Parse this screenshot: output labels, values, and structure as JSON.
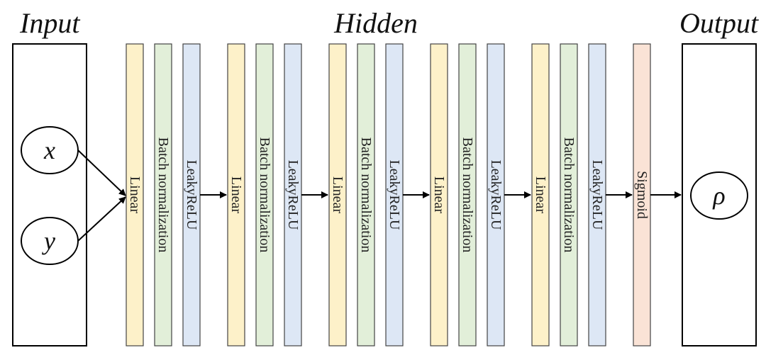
{
  "headings": {
    "input": "Input",
    "hidden": "Hidden",
    "output": "Output"
  },
  "inputs": [
    {
      "label": "x"
    },
    {
      "label": "y"
    }
  ],
  "output": {
    "label": "ρ"
  },
  "hidden_blocks": [
    {
      "layers": [
        {
          "label": "Linear",
          "color": "#fdf1c9"
        },
        {
          "label": "Batch normalization",
          "color": "#e2efd9"
        },
        {
          "label": "LeakyReLU",
          "color": "#dde7f5"
        }
      ]
    },
    {
      "layers": [
        {
          "label": "Linear",
          "color": "#fdf1c9"
        },
        {
          "label": "Batch normalization",
          "color": "#e2efd9"
        },
        {
          "label": "LeakyReLU",
          "color": "#dde7f5"
        }
      ]
    },
    {
      "layers": [
        {
          "label": "Linear",
          "color": "#fdf1c9"
        },
        {
          "label": "Batch normalization",
          "color": "#e2efd9"
        },
        {
          "label": "LeakyReLU",
          "color": "#dde7f5"
        }
      ]
    },
    {
      "layers": [
        {
          "label": "Linear",
          "color": "#fdf1c9"
        },
        {
          "label": "Batch normalization",
          "color": "#e2efd9"
        },
        {
          "label": "LeakyReLU",
          "color": "#dde7f5"
        }
      ]
    },
    {
      "layers": [
        {
          "label": "Linear",
          "color": "#fdf1c9"
        },
        {
          "label": "Batch normalization",
          "color": "#e2efd9"
        },
        {
          "label": "LeakyReLU",
          "color": "#dde7f5"
        }
      ]
    }
  ],
  "activation": {
    "label": "Sigmoid",
    "color": "#fae3d6"
  }
}
